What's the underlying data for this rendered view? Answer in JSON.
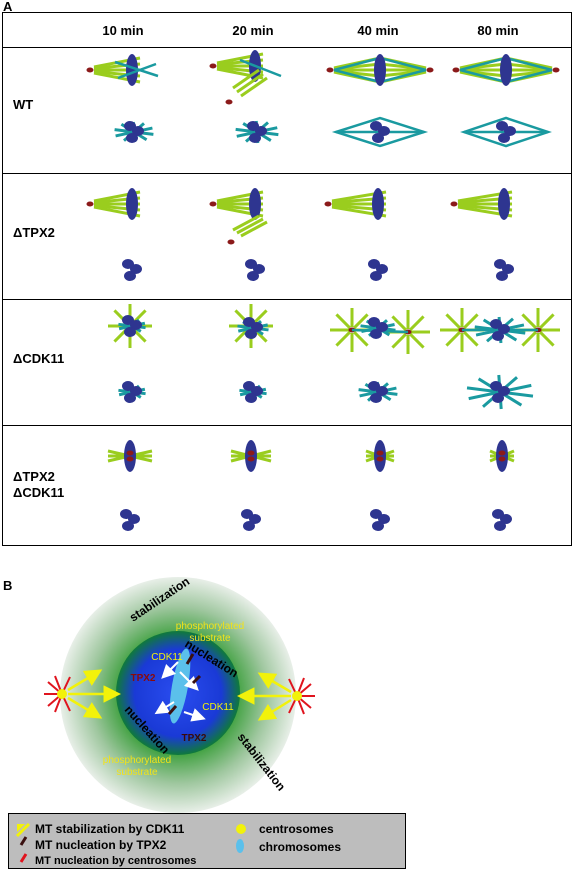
{
  "panel_a": {
    "label": "A",
    "time_headers": [
      "10 min",
      "20 min",
      "40 min",
      "80 min"
    ],
    "rows": [
      {
        "label_lines": [
          "WT"
        ]
      },
      {
        "label_lines": [
          "ΔTPX2"
        ]
      },
      {
        "label_lines": [
          "ΔCDK11"
        ]
      },
      {
        "label_lines": [
          "ΔTPX2",
          "ΔCDK11"
        ]
      }
    ]
  },
  "panel_b": {
    "label": "B",
    "outer_labels": [
      "stabilization",
      "stabilization"
    ],
    "inner_labels": [
      "nucleation",
      "nucleation"
    ],
    "substrate_labels": [
      "phosphorylated",
      "substrate",
      "phosphorylated",
      "substrate"
    ],
    "cdk11_labels": [
      "CDK11",
      "CDK11"
    ],
    "tpx2_labels": [
      "TPX2",
      "TPX2"
    ]
  },
  "legend": {
    "items": [
      {
        "text": "MT stabilization by CDK11",
        "color": "#f2f20a"
      },
      {
        "text": "MT nucleation by TPX2",
        "color": "#3a1010"
      },
      {
        "text": "MT nucleation by centrosomes",
        "color": "#e0141e"
      },
      {
        "text": "centrosomes",
        "color": "#f2f20a"
      },
      {
        "text": "chromosomes",
        "color": "#5bc0eb"
      }
    ]
  },
  "colors": {
    "green_mt": "#9acd1e",
    "teal_mt": "#1a9aa0",
    "chromosome": "#2e3590",
    "centrosome": "#8b1a1a",
    "glow_green": "#1f8a1f",
    "core_blue": "#1a3ad6"
  }
}
